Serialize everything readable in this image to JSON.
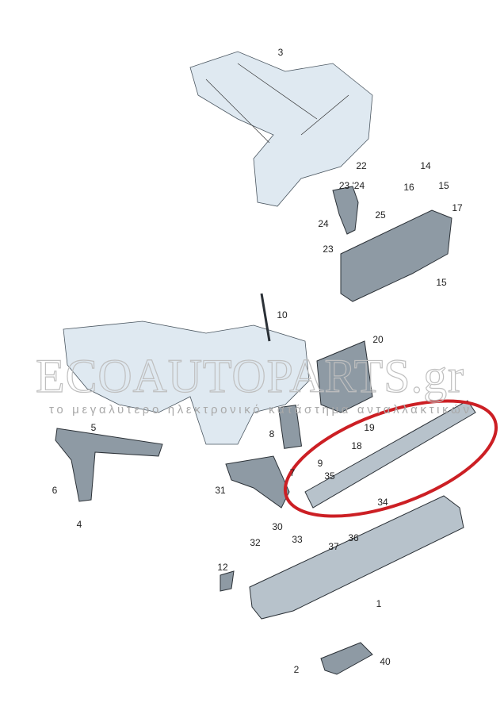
{
  "diagram": {
    "callouts": [
      {
        "id": "3",
        "label": "3"
      },
      {
        "id": "22",
        "label": "22"
      },
      {
        "id": "23_24",
        "label": "23 '24"
      },
      {
        "id": "14",
        "label": "14"
      },
      {
        "id": "16",
        "label": "16"
      },
      {
        "id": "15a",
        "label": "15"
      },
      {
        "id": "17",
        "label": "17"
      },
      {
        "id": "24",
        "label": "24"
      },
      {
        "id": "25",
        "label": "25"
      },
      {
        "id": "23",
        "label": "23"
      },
      {
        "id": "15b",
        "label": "15"
      },
      {
        "id": "10",
        "label": "10"
      },
      {
        "id": "20",
        "label": "20"
      },
      {
        "id": "19",
        "label": "19"
      },
      {
        "id": "18",
        "label": "18"
      },
      {
        "id": "5",
        "label": "5"
      },
      {
        "id": "8",
        "label": "8"
      },
      {
        "id": "6",
        "label": "6"
      },
      {
        "id": "7",
        "label": "7"
      },
      {
        "id": "9",
        "label": "9"
      },
      {
        "id": "35",
        "label": "35"
      },
      {
        "id": "31",
        "label": "31"
      },
      {
        "id": "34",
        "label": "34"
      },
      {
        "id": "4",
        "label": "4"
      },
      {
        "id": "30",
        "label": "30"
      },
      {
        "id": "33",
        "label": "33"
      },
      {
        "id": "37",
        "label": "37"
      },
      {
        "id": "36",
        "label": "36"
      },
      {
        "id": "32",
        "label": "32"
      },
      {
        "id": "12",
        "label": "12"
      },
      {
        "id": "1",
        "label": "1"
      },
      {
        "id": "2",
        "label": "2"
      },
      {
        "id": "40",
        "label": "40"
      }
    ],
    "highlight_color": "#cc1f24",
    "part_color": "#8e9aa4"
  },
  "watermark": {
    "brand": "ECOAUTOPARTS.gr",
    "tagline": "το μεγαλύτερο ηλεκτρονικό κατάστημα ανταλλακτικών"
  }
}
